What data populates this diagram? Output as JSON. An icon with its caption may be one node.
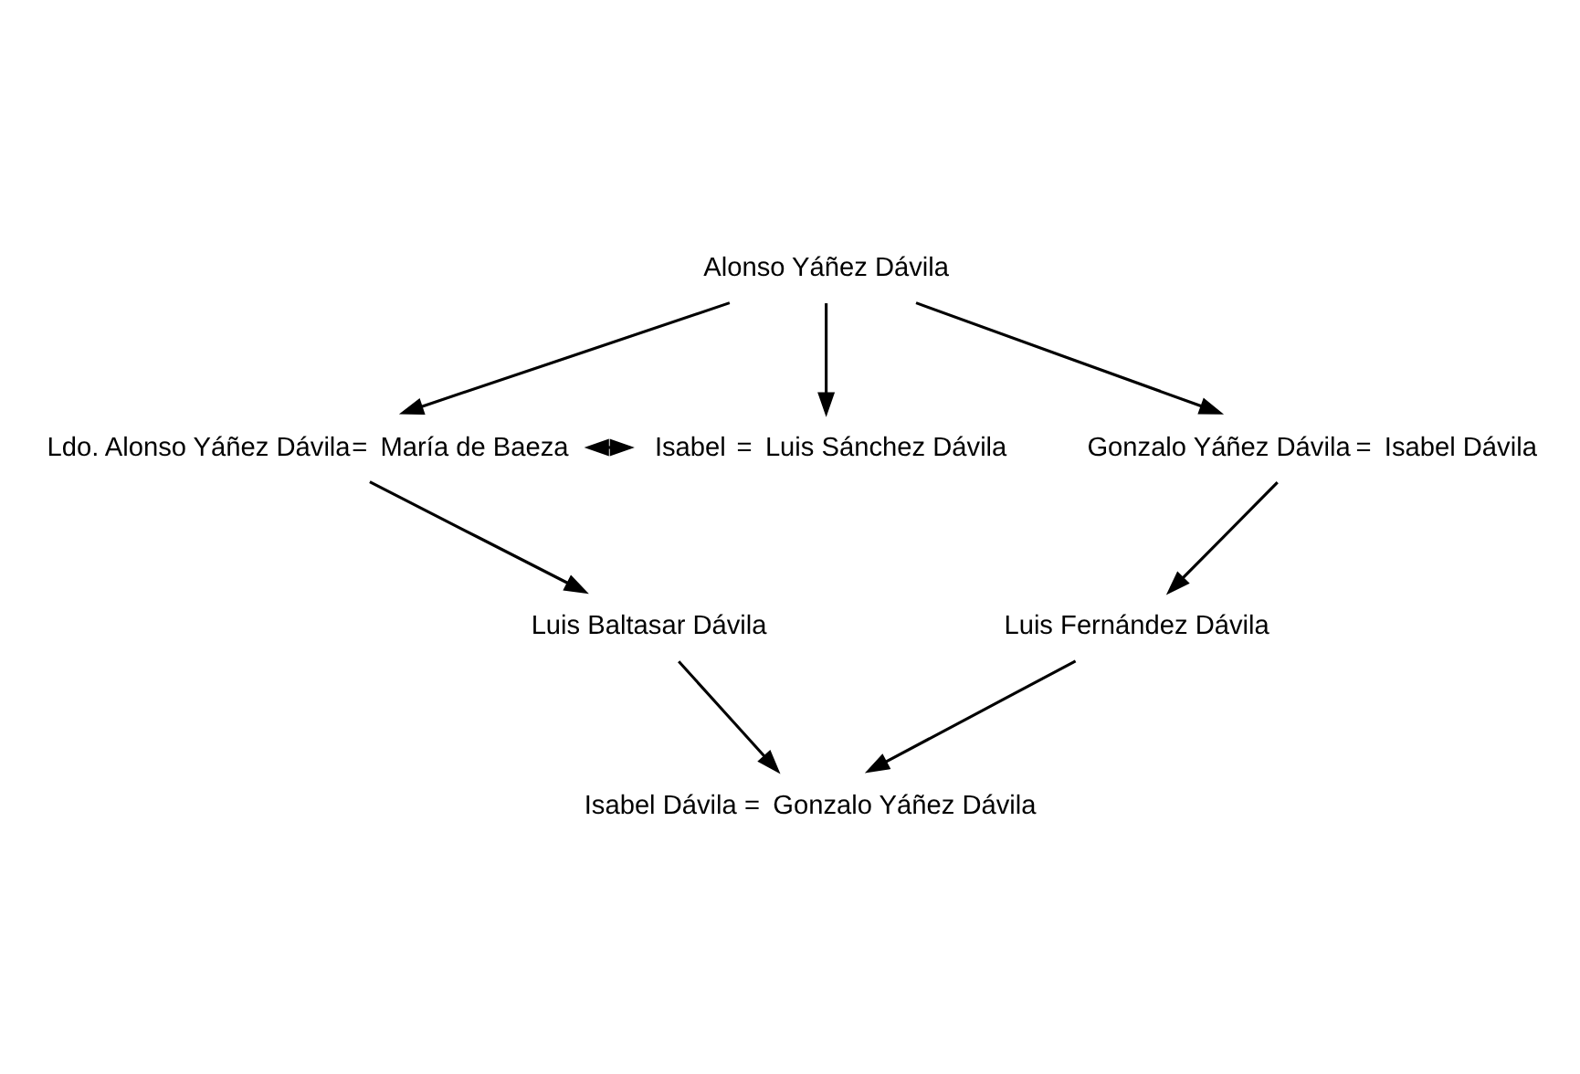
{
  "diagram": {
    "nodes": [
      {
        "text": [
          "Alonso Yáñez Dávila"
        ]
      },
      {
        "text": [
          "Ldo. Alonso Yáñez Dávila",
          "=",
          "María de Baeza"
        ]
      },
      {
        "text": [
          "Isabel",
          "=",
          "Luis Sánchez Dávila"
        ]
      },
      {
        "text": [
          "Gonzalo Yáñez Dávila",
          "=",
          "Isabel Dávila"
        ]
      },
      {
        "text": [
          "Luis Baltasar Dávila"
        ]
      },
      {
        "text": [
          "Luis Fernández Dávila"
        ]
      },
      {
        "text": [
          "Isabel Dávila",
          "=",
          "Gonzalo Yáñez Dávila"
        ]
      }
    ],
    "edges": [
      {
        "from": 0,
        "to": 1,
        "arrow": "to"
      },
      {
        "from": 0,
        "to": 2,
        "arrow": "to"
      },
      {
        "from": 0,
        "to": 3,
        "arrow": "to"
      },
      {
        "from": 1,
        "to": 2,
        "arrow": "both"
      },
      {
        "from": 1,
        "to": 4,
        "arrow": "to"
      },
      {
        "from": 3,
        "to": 5,
        "arrow": "to"
      },
      {
        "from": 4,
        "to": 6,
        "arrow": "to"
      },
      {
        "from": 5,
        "to": 6,
        "arrow": "to"
      }
    ]
  }
}
